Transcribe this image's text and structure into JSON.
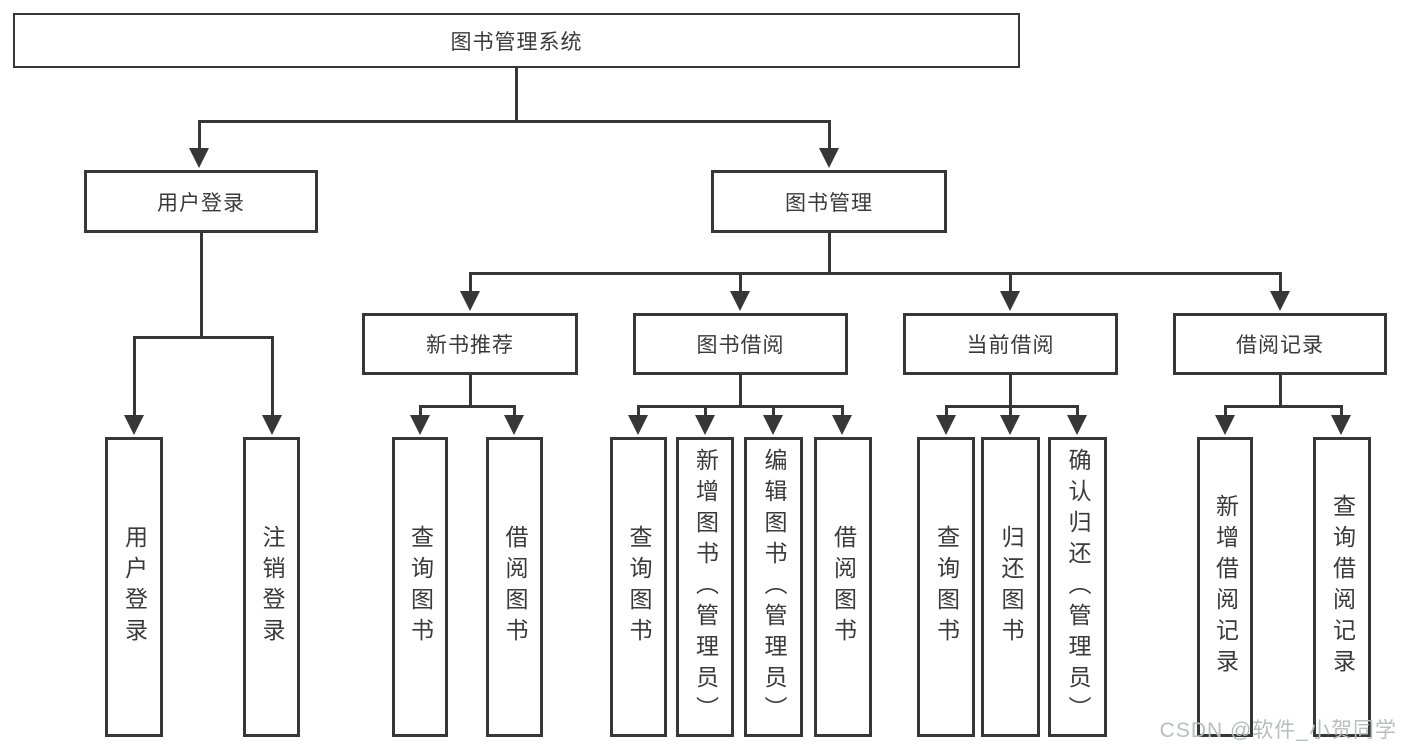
{
  "tree": {
    "label": "图书管理系统",
    "children": [
      {
        "label": "用户登录",
        "children": [
          {
            "label": "用户登录"
          },
          {
            "label": "注销登录"
          }
        ]
      },
      {
        "label": "图书管理",
        "children": [
          {
            "label": "新书推荐",
            "children": [
              {
                "label": "查询图书"
              },
              {
                "label": "借阅图书"
              }
            ]
          },
          {
            "label": "图书借阅",
            "children": [
              {
                "label": "查询图书"
              },
              {
                "label": "新增图书（管理员）"
              },
              {
                "label": "编辑图书（管理员）"
              },
              {
                "label": "借阅图书"
              }
            ]
          },
          {
            "label": "当前借阅",
            "children": [
              {
                "label": "查询图书"
              },
              {
                "label": "归还图书"
              },
              {
                "label": "确认归还（管理员）"
              }
            ]
          },
          {
            "label": "借阅记录",
            "children": [
              {
                "label": "新增借阅记录"
              },
              {
                "label": "查询借阅记录"
              }
            ]
          }
        ]
      }
    ]
  },
  "watermark": "CSDN @软件_小贺同学",
  "colors": {
    "line": "#373737",
    "text": "#3a3a3a",
    "watermark": "#b9bdc0",
    "background": "#ffffff",
    "box_background": "#ffffff"
  }
}
